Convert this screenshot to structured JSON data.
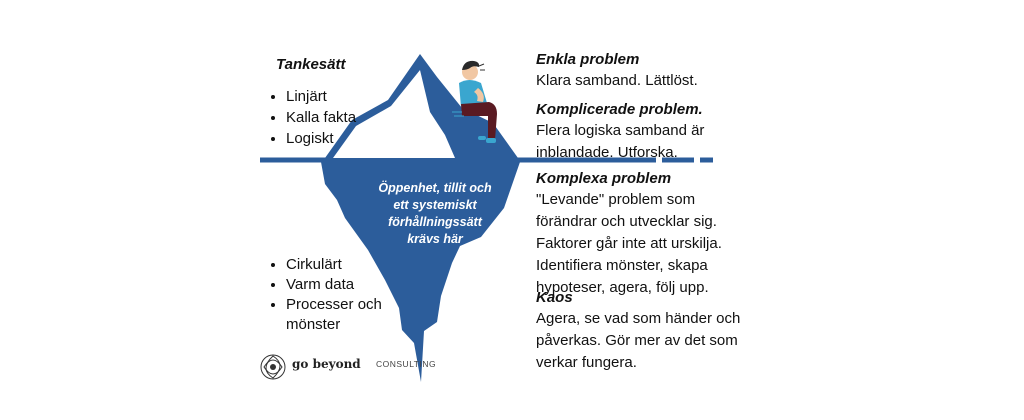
{
  "colors": {
    "ice_blue": "#2c5d9b",
    "water_line": "#2c5d9b",
    "white": "#ffffff",
    "figure_shirt": "#3aa6cf",
    "figure_pants": "#5a1a22"
  },
  "left": {
    "title": "Tankesätt",
    "above_items": [
      "Linjärt",
      "Kalla fakta",
      "Logiskt"
    ],
    "below_items": [
      "Cirkulärt",
      "Varm data",
      "Processer och mönster"
    ]
  },
  "iceberg": {
    "center_lines": [
      "Öppenhet, tillit och",
      "ett systemiskt",
      "förhållningssätt",
      "krävs här"
    ]
  },
  "right": {
    "sections": [
      {
        "title": "Enkla problem",
        "lines": [
          "Klara samband. Lättlöst."
        ]
      },
      {
        "title": "Komplicerade problem.",
        "lines": [
          "Flera logiska samband är",
          "inblandade. Utforska."
        ]
      },
      {
        "title": "Komplexa problem",
        "lines": [
          "\"Levande\" problem som",
          "förändrar och utvecklar sig.",
          "Faktorer går inte att urskilja.",
          "Identifiera mönster, skapa",
          "hypoteser, agera, följ upp."
        ]
      },
      {
        "title": "Kaos",
        "lines": [
          "Agera, se vad som händer och",
          "påverkas. Gör mer av det som",
          "verkar fungera."
        ]
      }
    ]
  },
  "logo": {
    "name": "go beyond",
    "subtitle": "CONSULTING",
    "icon": "knot-logo-icon"
  }
}
